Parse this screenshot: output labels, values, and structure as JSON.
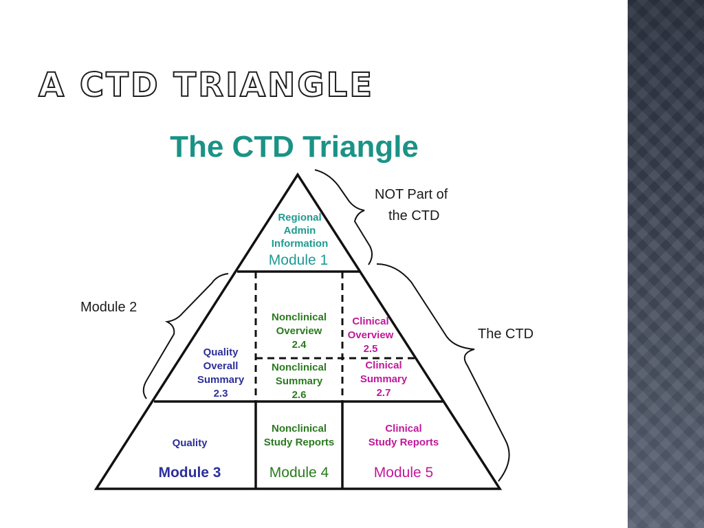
{
  "slide_title": "A CTD TRIANGLE",
  "diagram": {
    "title": "The CTD Triangle",
    "annotations": {
      "not_part_line1": "NOT Part of",
      "not_part_line2": "the CTD",
      "module2": "Module 2",
      "the_ctd": "The CTD"
    },
    "module1": {
      "line1": "Regional",
      "line2": "Admin",
      "line3": "Information",
      "name": "Module 1"
    },
    "quality_summary": {
      "line1": "Quality",
      "line2": "Overall",
      "line3": "Summary",
      "num": "2.3"
    },
    "nonclinical_overview": {
      "line1": "Nonclinical",
      "line2": "Overview",
      "num": "2.4"
    },
    "clinical_overview": {
      "line1": "Clinical",
      "line2": "Overview",
      "num": "2.5"
    },
    "nonclinical_summary": {
      "line1": "Nonclinical",
      "line2": "Summary",
      "num": "2.6"
    },
    "clinical_summary": {
      "line1": "Clinical",
      "line2": "Summary",
      "num": "2.7"
    },
    "module3": {
      "label": "Quality",
      "name": "Module 3"
    },
    "module4": {
      "line1": "Nonclinical",
      "line2": "Study Reports",
      "name": "Module 4"
    },
    "module5": {
      "line1": "Clinical",
      "line2": "Study Reports",
      "name": "Module 5"
    },
    "colors": {
      "title": "#1a9386",
      "module1": "#1e9a92",
      "quality": "#2c2f9a",
      "nonclinical": "#2a7a1e",
      "clinical": "#c0189a"
    }
  }
}
